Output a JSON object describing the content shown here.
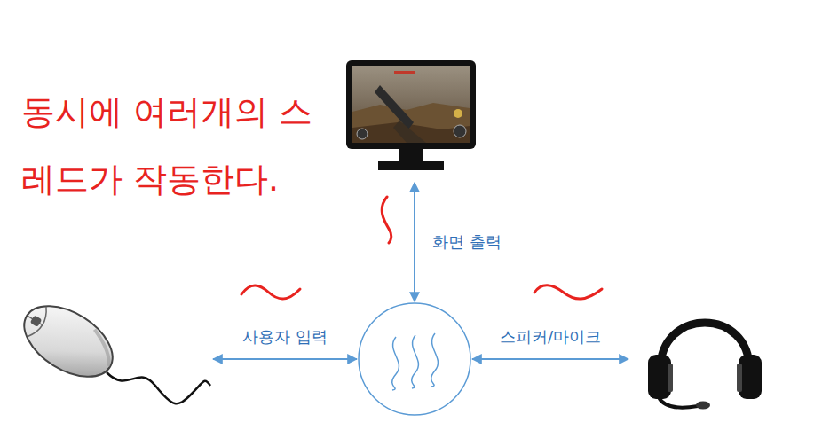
{
  "diagram": {
    "nodes": [
      {
        "text": []
      },
      {
        "text": []
      },
      {
        "text": []
      },
      {
        "text": []
      }
    ],
    "edges": [
      {
        "from": 2,
        "to": 0,
        "arrow": "both",
        "label": "화면 출력"
      },
      {
        "from": 1,
        "to": 2,
        "arrow": "both",
        "label": "사용자 입력"
      },
      {
        "from": 2,
        "to": 3,
        "arrow": "both",
        "label": "스피커/마이크"
      }
    ],
    "labels": [
      "동시에 여러개의 스레드가 작동한다."
    ]
  }
}
